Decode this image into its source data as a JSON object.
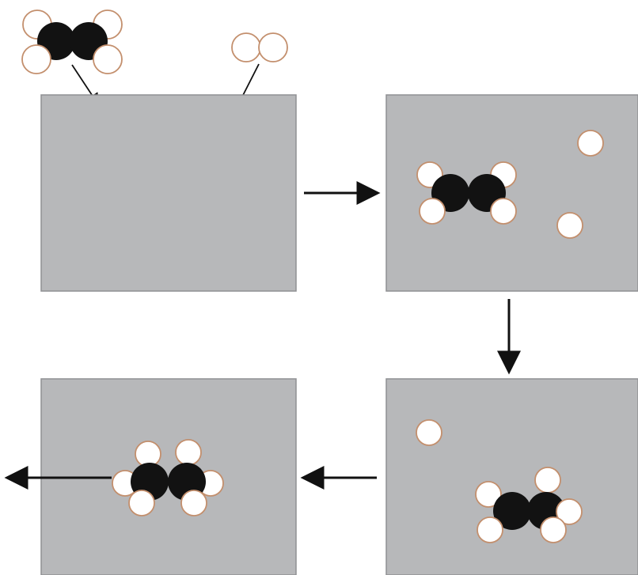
{
  "diagram": {
    "colors": {
      "background": "#ffffff",
      "panel_fill": "#b7b8ba",
      "panel_stroke": "#8f9093",
      "carbon": "#121212",
      "hydrogen_fill": "#ffffff",
      "hydrogen_outline": "#c38f6d",
      "arrow": "#111111"
    },
    "steps": [
      {
        "step": 1,
        "content": "ethene-molecule-and-hydrogen-molecule-approach-surface"
      },
      {
        "step": 2,
        "content": "ethene-adsorbed-and-two-separated-hydrogen-atoms"
      },
      {
        "step": 3,
        "content": "one-hydrogen-atom-added-to-ethene"
      },
      {
        "step": 4,
        "content": "ethane-molecule-leaving-surface"
      }
    ],
    "flow": [
      "step-1-to-2",
      "step-2-to-3",
      "step-3-to-4",
      "step-4-out"
    ]
  }
}
